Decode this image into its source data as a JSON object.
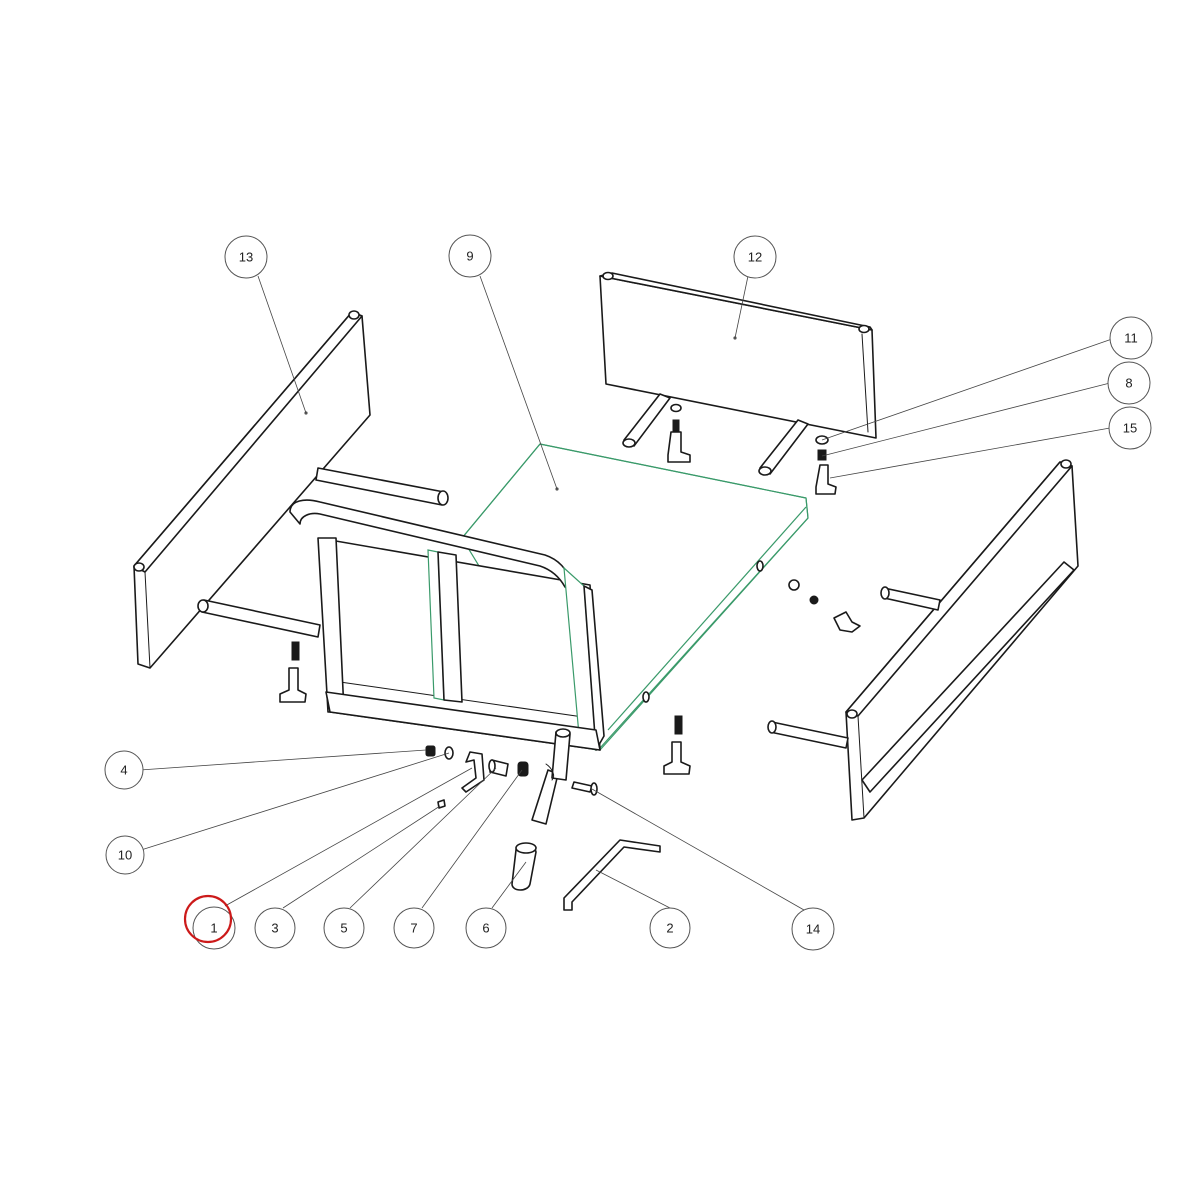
{
  "diagram": {
    "callouts": [
      {
        "id": "13",
        "label": "13"
      },
      {
        "id": "9",
        "label": "9"
      },
      {
        "id": "12",
        "label": "12"
      },
      {
        "id": "11",
        "label": "11"
      },
      {
        "id": "8",
        "label": "8"
      },
      {
        "id": "15",
        "label": "15"
      },
      {
        "id": "4",
        "label": "4"
      },
      {
        "id": "10",
        "label": "10"
      },
      {
        "id": "1",
        "label": "1"
      },
      {
        "id": "3",
        "label": "3"
      },
      {
        "id": "5",
        "label": "5"
      },
      {
        "id": "7",
        "label": "7"
      },
      {
        "id": "6",
        "label": "6"
      },
      {
        "id": "2",
        "label": "2"
      },
      {
        "id": "14",
        "label": "14"
      }
    ],
    "highlighted_callout": "1",
    "colors": {
      "line": "#1a1a1a",
      "highlight_part": "#3a9a6a",
      "marker": "#cc1a1a"
    }
  }
}
